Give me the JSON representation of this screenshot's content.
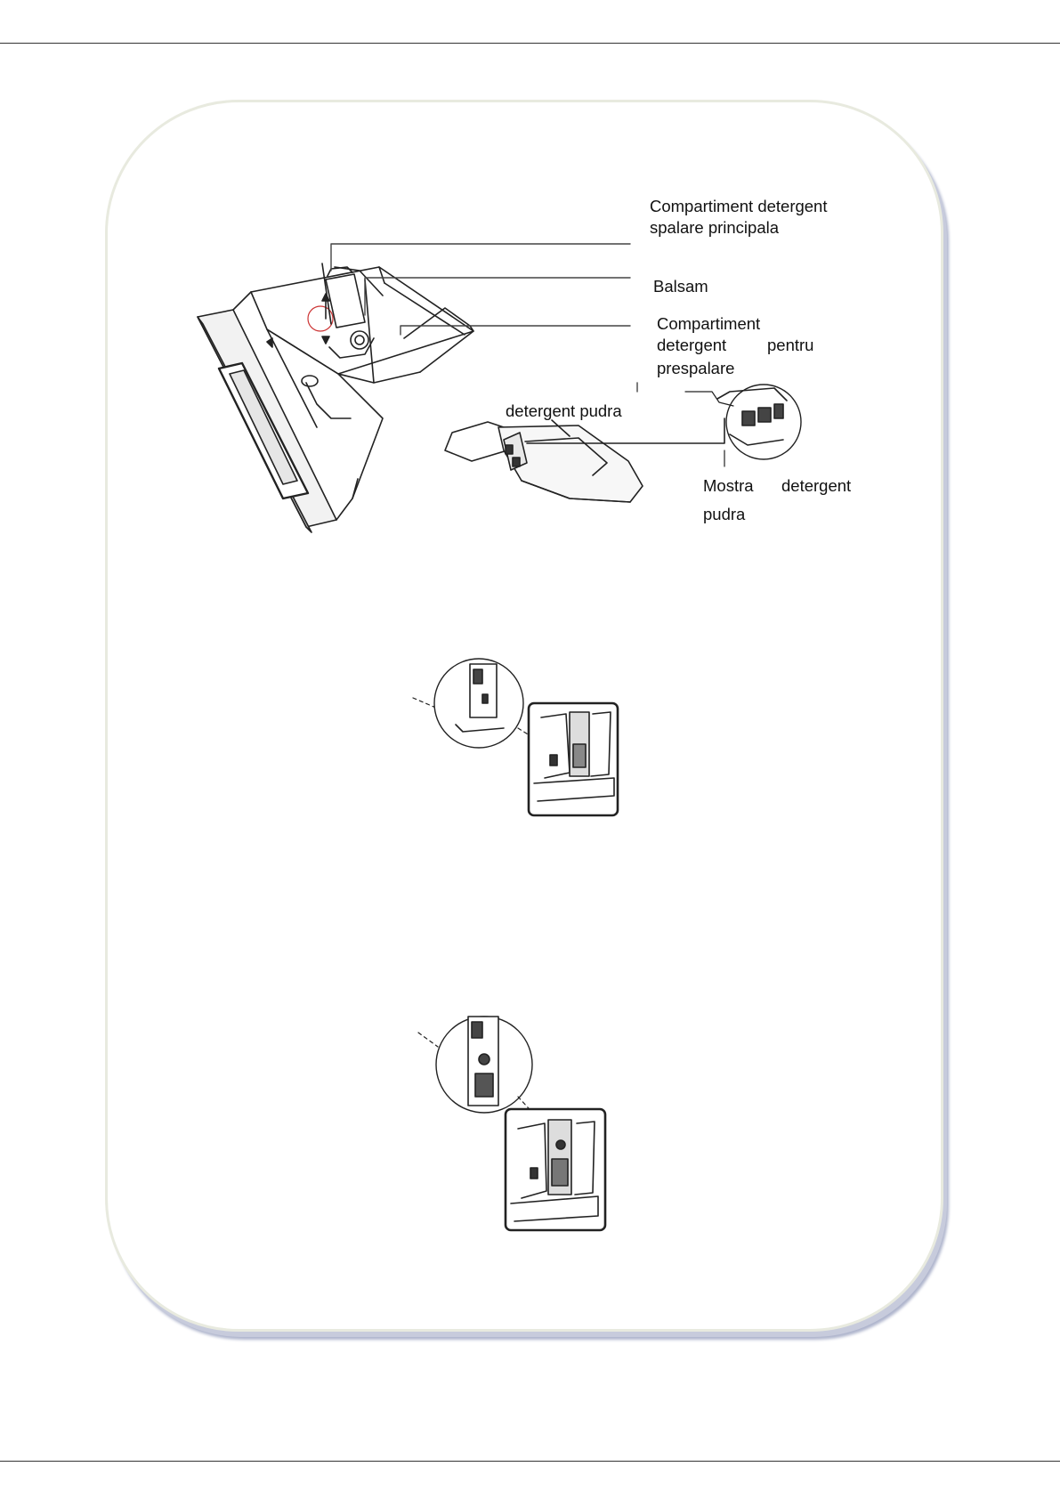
{
  "page": {
    "labels": {
      "main_wash": "Compartiment detergent spalare principala",
      "main_wash_line1": "Compartiment detergent",
      "main_wash_line2": "spalare principala",
      "softener": "Balsam",
      "prewash_line1": "Compartiment",
      "prewash_line2a": "detergent",
      "prewash_line2b": "pentru",
      "prewash_line3": "prespalare",
      "powder": "detergent pudra",
      "sample_line1a": "Mostra",
      "sample_line1b": "detergent",
      "sample_line2": "pudra"
    }
  }
}
